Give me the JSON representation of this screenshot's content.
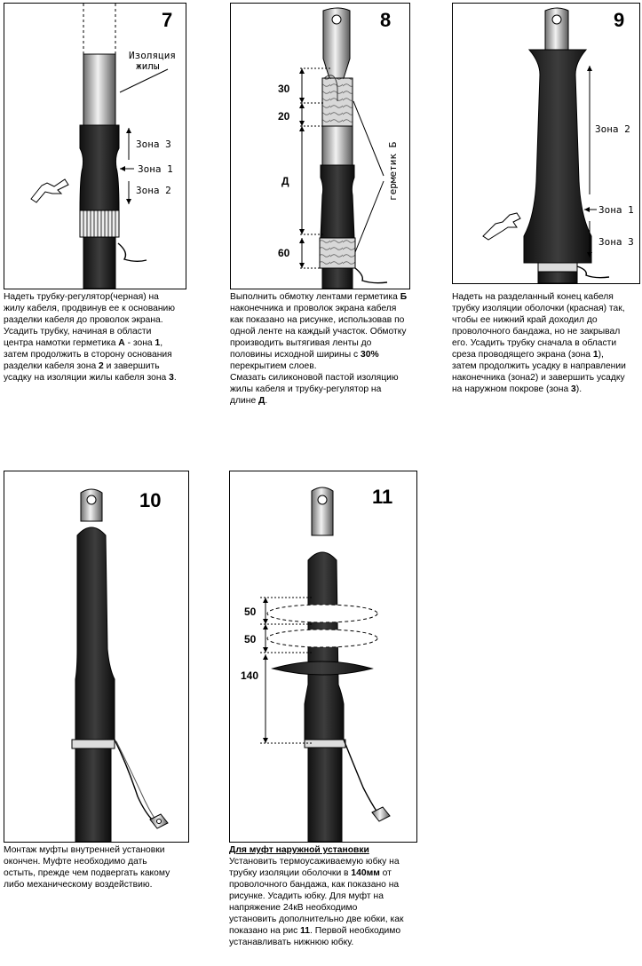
{
  "steps": [
    {
      "number": "7",
      "labels": {
        "insulation_l1": "Изоляция",
        "insulation_l2": "жилы",
        "zone3": "Зона 3",
        "zone1": "Зона 1",
        "zone2": "Зона 2"
      },
      "caption": [
        "Надеть трубку-регулятор(черная) на",
        "жилу кабеля, продвинув ее к основанию",
        "разделки кабеля до проволок экрана.",
        "Усадить трубку, начиная в области",
        [
          "центра намотки герметика ",
          "А",
          " - зона ",
          "1",
          ","
        ],
        "затем продолжить в сторону основания",
        [
          "разделки кабеля зона ",
          "2",
          " и завершить"
        ],
        [
          "усадку на изоляции жилы кабеля зона ",
          "3",
          "."
        ]
      ]
    },
    {
      "number": "8",
      "labels": {
        "dim30": "30",
        "dim20": "20",
        "dimD": "Д",
        "dim60": "60",
        "sealant": "герметик Б"
      },
      "caption": [
        [
          "Выполнить обмотку лентами герметика ",
          "Б",
          ""
        ],
        "наконечника и проволок экрана кабеля",
        "как показано на рисунке, использовав по",
        "одной ленте на каждый участок. Обмотку",
        "производить вытягивая ленты до",
        [
          "половины исходной ширины с ",
          "30%",
          ""
        ],
        "перекрытием слоев.",
        "Смазать силиконовой пастой изоляцию",
        "жилы кабеля и трубку-регулятор на",
        [
          "длине ",
          "Д",
          "."
        ]
      ]
    },
    {
      "number": "9",
      "labels": {
        "zone2": "Зона 2",
        "zone1": "Зона 1",
        "zone3": "Зона 3"
      },
      "caption": [
        "Надеть на разделанный конец кабеля",
        "трубку изоляции оболочки (красная) так,",
        "чтобы ее нижний край доходил до",
        "проволочного бандажа, но не закрывал",
        "его. Усадить трубку сначала в области",
        [
          "среза проводящего экрана (зона ",
          "1",
          "),"
        ],
        "затем продолжить усадку в направлении",
        "наконечника (зона2) и завершить усадку",
        [
          "на наружном покрове  (зона ",
          "3",
          ")."
        ]
      ]
    },
    {
      "number": "10",
      "caption": [
        "Монтаж муфты внутренней установки",
        "окончен. Муфте необходимо дать",
        "остыть, прежде чем подвергать какому",
        "либо механическому воздействию."
      ]
    },
    {
      "number": "11",
      "labels": {
        "dim50a": "50",
        "dim50b": "50",
        "dim140": "140"
      },
      "caption": [
        [
          "",
          "Для муфт наружной установки",
          ""
        ],
        "Установить термоусаживаемую юбку на",
        [
          "трубку изоляции оболочки в ",
          "140мм",
          " от"
        ],
        "проволочного бандажа, как показано на",
        "рисунке. Усадить юбку. Для муфт на",
        "напряжение 24кВ необходимо",
        "установить дополнительно две юбки, как",
        [
          "показано на рис ",
          "11",
          ". Первой необходимо"
        ],
        "устанавливать нижнюю юбку."
      ]
    }
  ]
}
